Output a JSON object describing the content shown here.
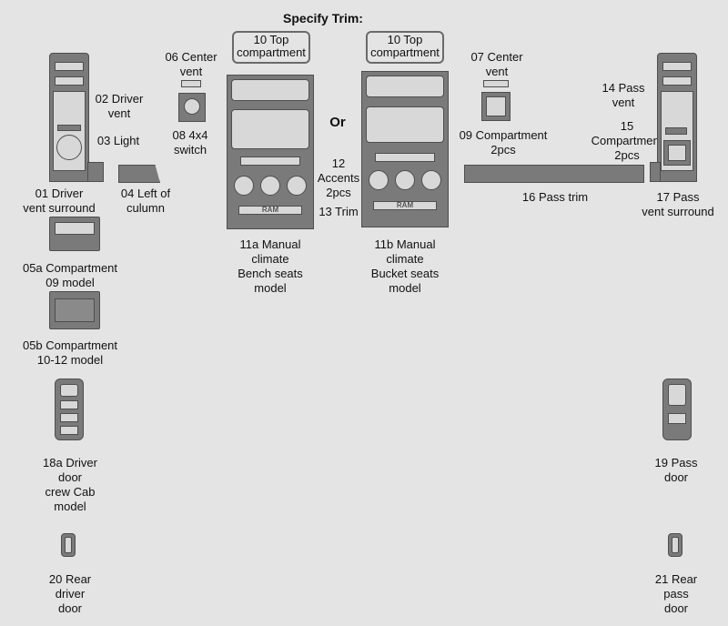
{
  "title": "Specify Trim:",
  "or": "Or",
  "labels": {
    "p01": "01 Driver\nvent surround",
    "p02": "02 Driver\nvent",
    "p03": "03 Light",
    "p04": "04 Left of\nculumn",
    "p05a": "05a Compartment\n09 model",
    "p05b": "05b Compartment\n10-12 model",
    "p06": "06 Center\nvent",
    "p07": "07 Center\nvent",
    "p08": "08 4x4\nswitch",
    "p09": "09 Compartment\n2pcs",
    "p10a": "10 Top\ncompartment",
    "p10b": "10 Top\ncompartment",
    "p11a": "11a Manual\nclimate\nBench seats\nmodel",
    "p11b": "11b Manual\nclimate\nBucket seats\nmodel",
    "p12": "12\nAccents\n2pcs",
    "p13": "13 Trim",
    "p14": "14 Pass\nvent",
    "p15": "15\nCompartment\n2pcs",
    "p16": "16 Pass trim",
    "p17": "17 Pass\nvent surround",
    "p18a": "18a Driver\ndoor\ncrew Cab\nmodel",
    "p19": "19 Pass\ndoor",
    "p20": "20 Rear\ndriver\ndoor",
    "p21": "21 Rear\npass\ndoor"
  },
  "logo_text": "RAM"
}
